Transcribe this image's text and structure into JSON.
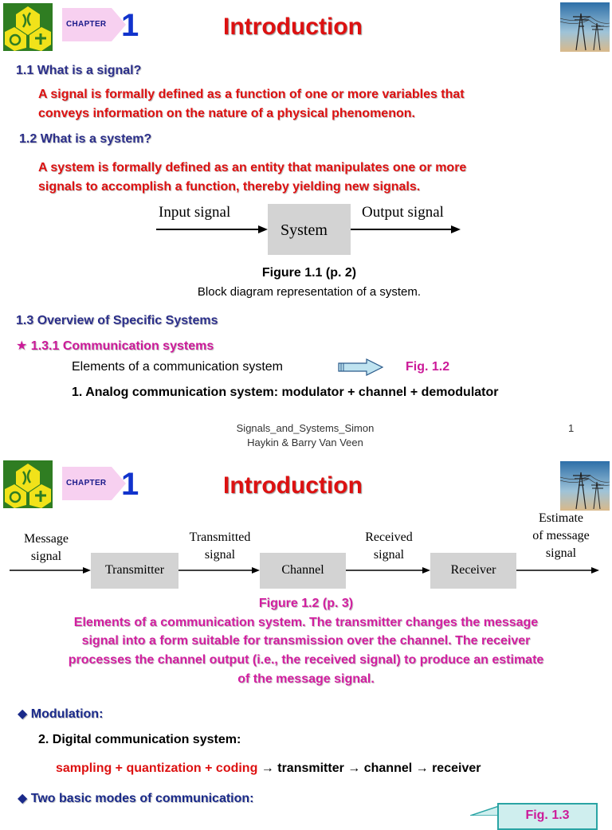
{
  "slide1": {
    "chapter_label": "CHAPTER",
    "chapter_number": "1",
    "title": "Introduction",
    "s11_heading": "1.1 What is a signal?",
    "s11_def_line1": "A signal is formally defined as a function of one or more variables that",
    "s11_def_line2": "conveys information on the nature of a physical phenomenon.",
    "s12_heading": "1.2 What is a system?",
    "s12_def_line1": "A system is formally defined as an entity that manipulates one or more",
    "s12_def_line2": "signals to accomplish a function, thereby yielding new signals.",
    "diagram": {
      "input_label": "Input signal",
      "block_label": "System",
      "output_label": "Output signal"
    },
    "figure_title": "Figure 1.1  (p. 2)",
    "figure_caption": "Block diagram representation of a system.",
    "s13_heading": "1.3 Overview of Specific Systems",
    "s131_star": "★",
    "s131_heading": "1.3.1 Communication systems",
    "elements_text": "Elements of a communication system",
    "fig_ref": "Fig. 1.2",
    "analog_line": "1. Analog communication system: modulator + channel + demodulator",
    "footer_line1": "Signals_and_Systems_Simon",
    "footer_line2": "Haykin & Barry Van Veen",
    "page_number": "1"
  },
  "slide2": {
    "chapter_label": "CHAPTER",
    "chapter_number": "1",
    "title": "Introduction",
    "diagram": {
      "message_l1": "Message",
      "message_l2": "signal",
      "transmitted_l1": "Transmitted",
      "transmitted_l2": "signal",
      "received_l1": "Received",
      "received_l2": "signal",
      "estimate_l1": "Estimate",
      "estimate_l2": "of message",
      "estimate_l3": "signal",
      "block_transmitter": "Transmitter",
      "block_channel": "Channel",
      "block_receiver": "Receiver"
    },
    "figure_title": "Figure 1.2  (p. 3)",
    "caption_line1": "Elements of a communication system.  The transmitter changes the message",
    "caption_line2": "signal into a form suitable for transmission over the channel.  The receiver",
    "caption_line3": "processes the channel output (i.e., the received signal) to produce an estimate",
    "caption_line4": "of the message signal.",
    "diamond": "◆",
    "modulation": "Modulation:",
    "digital_line": "2. Digital communication system:",
    "chain_red": "sampling + quantization + coding",
    "chain_rest": " → transmitter → channel → receiver",
    "two_modes": "Two basic modes of communication:",
    "fig_ref_13": "Fig. 1.3"
  },
  "colors": {
    "heading_blue": "#2b2f8a",
    "red_text": "#dd1111",
    "magenta": "#cc1a99",
    "block_gray": "#d3d3d3"
  }
}
